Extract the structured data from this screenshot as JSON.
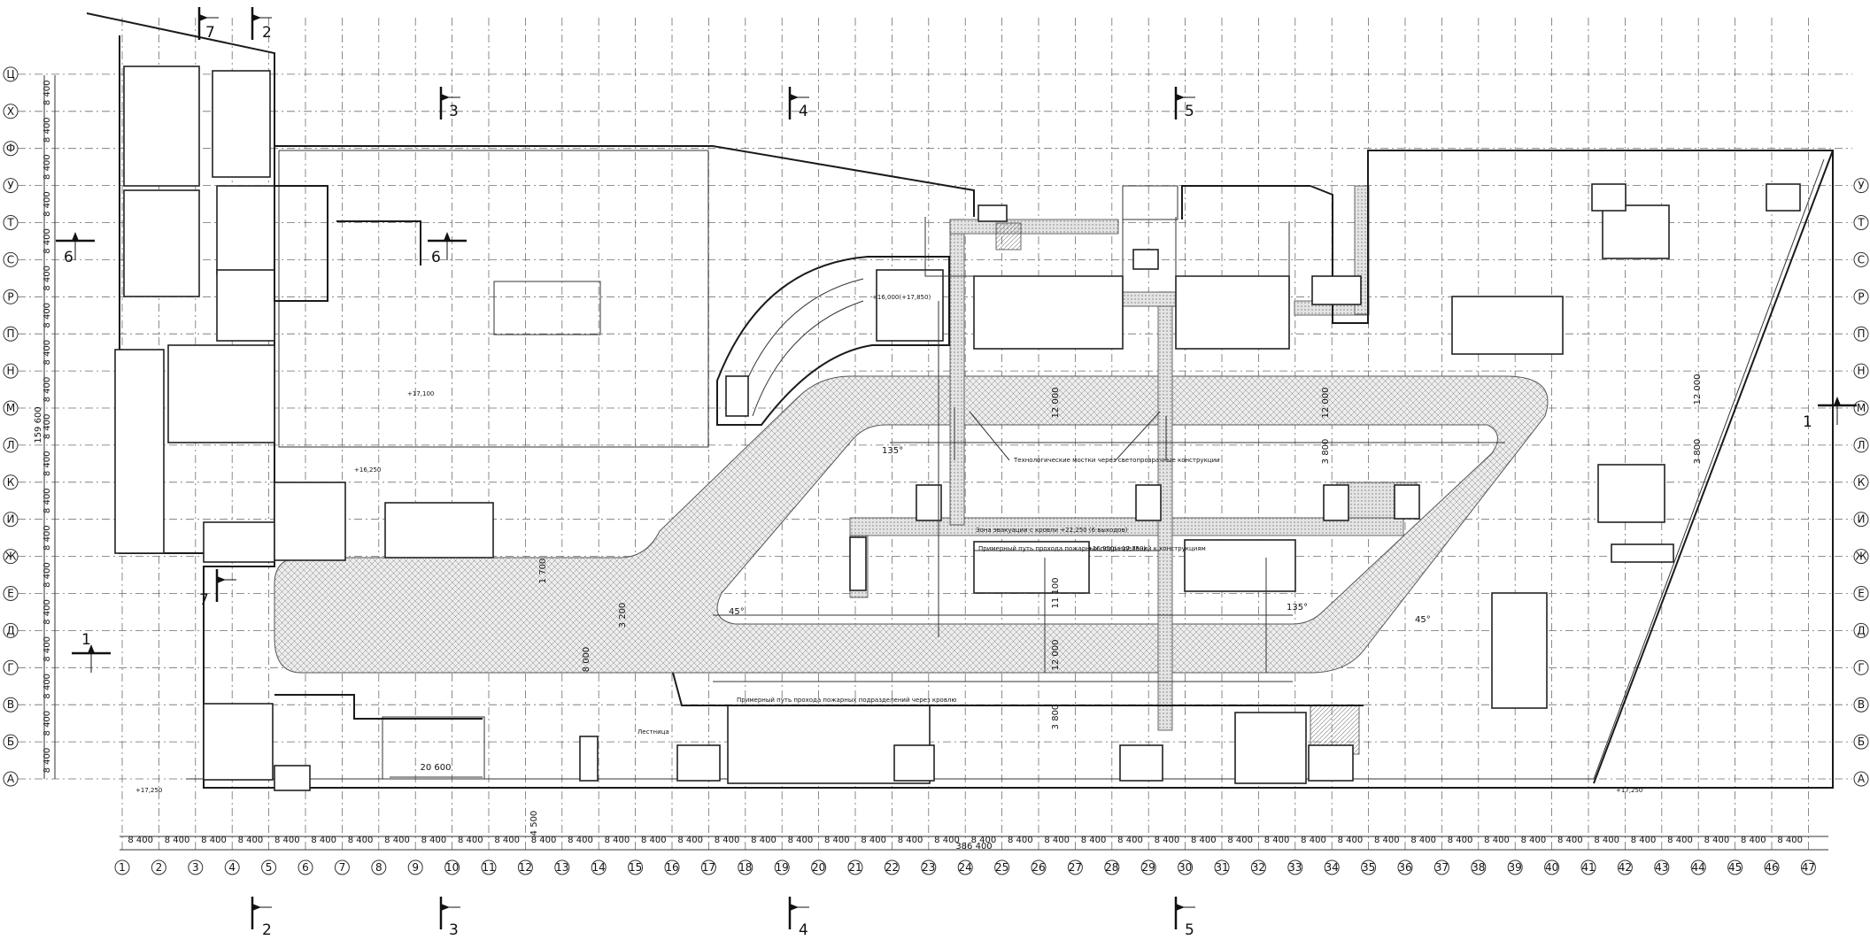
{
  "axes": {
    "columns": [
      "1",
      "2",
      "3",
      "4",
      "5",
      "6",
      "7",
      "8",
      "9",
      "10",
      "11",
      "12",
      "13",
      "14",
      "15",
      "16",
      "17",
      "18",
      "19",
      "20",
      "21",
      "22",
      "23",
      "24",
      "25",
      "26",
      "27",
      "28",
      "29",
      "30",
      "31",
      "32",
      "33",
      "34",
      "35",
      "36",
      "37",
      "38",
      "39",
      "40",
      "41",
      "42",
      "43",
      "44",
      "45",
      "46",
      "47"
    ],
    "rows": [
      "А",
      "Б",
      "В",
      "Г",
      "Д",
      "Е",
      "Ж",
      "И",
      "К",
      "Л",
      "М",
      "Н",
      "П",
      "Р",
      "С",
      "Т",
      "У",
      "Ф",
      "Х",
      "Ц"
    ],
    "bay_label": "8 400"
  },
  "dimensions": {
    "total_width": "386 400",
    "total_height": "159 600",
    "span_20600": "20 600",
    "v_4500": "4 500",
    "v_12000a": "12 000",
    "v_12000b": "12 000",
    "v_12000c": "12 000",
    "v_12000d": "12 000",
    "v_3800a": "3 800",
    "v_3800b": "3 800",
    "v_3800c": "3 800",
    "v_1700": "1 700",
    "v_3200": "3 200",
    "v_8000": "8 000",
    "v_11100": "11 100"
  },
  "angles": {
    "a135_left": "135°",
    "a45_left": "45°",
    "a135_right": "135°",
    "a45_right": "45°"
  },
  "section_marks": [
    "1",
    "1",
    "2",
    "2",
    "3",
    "3",
    "4",
    "4",
    "5",
    "5",
    "6",
    "6",
    "7",
    "7"
  ],
  "elevations": {
    "e1": "+17,100",
    "e2": "+16,250",
    "e3": "+17,250",
    "e4": "+17,250",
    "e5": "+16,950(+17,750)",
    "e6": "+16,000(+17,850)"
  },
  "notes": {
    "tech_bridges": "Технологические мостки через светопрозрачные конструкции",
    "escape_zone": "Зона эвакуации с кровли +22,250 (6 выходов)",
    "fire_route_1": "Примерный путь прохода пожарных подразделений к конструкциям",
    "fire_route_2": "Примерный путь прохода пожарных подразделений через кровлю",
    "ladder": "Лестница"
  },
  "colors": {
    "lines": "#1a1a1a",
    "grid": "#6e6e6e",
    "hatch": "#d9d9d9",
    "background": "#ffffff"
  }
}
